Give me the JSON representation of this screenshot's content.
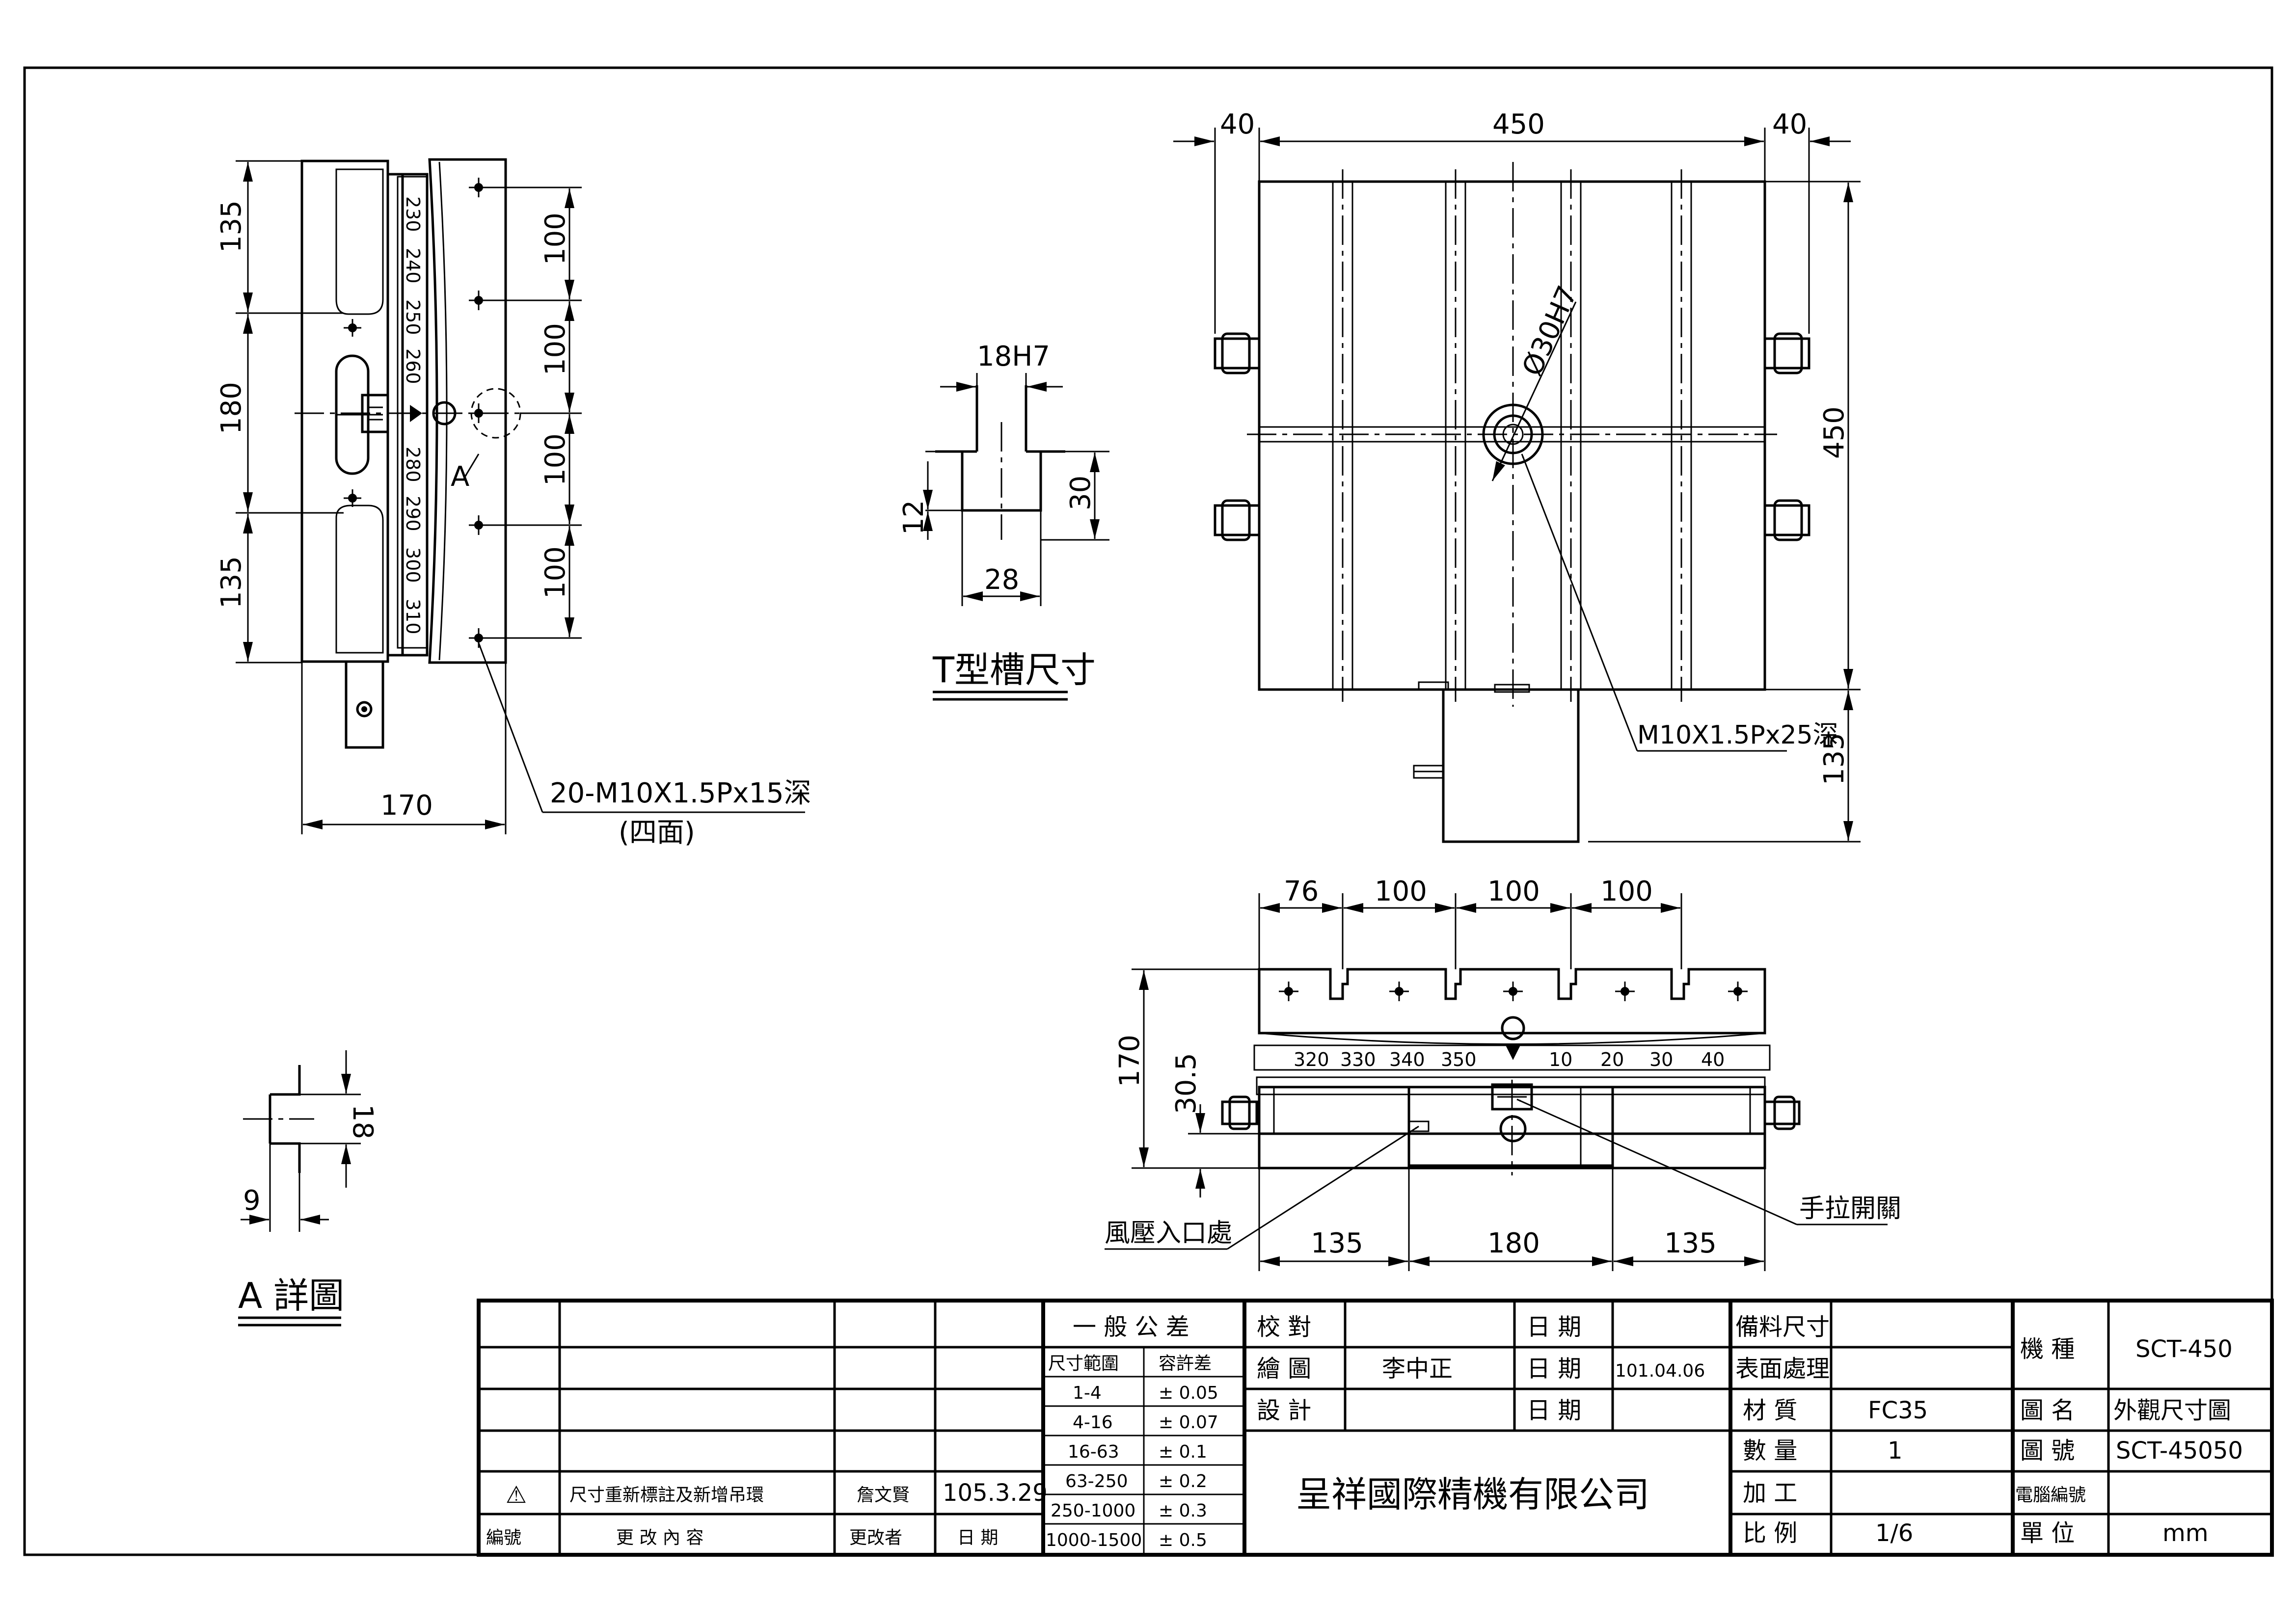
{
  "side_view": {
    "dims_left": [
      "135",
      "180",
      "135"
    ],
    "dims_right": [
      "100",
      "100",
      "100",
      "100"
    ],
    "scale": [
      "230",
      "240",
      "250",
      "260",
      "280",
      "290",
      "300",
      "310"
    ],
    "marker": "A",
    "width_dim": "170",
    "callout": "20-M10X1.5Px15深",
    "callout_sub": "(四面)"
  },
  "tslot": {
    "top_dim": "18H7",
    "left_dim": "12",
    "right_dim": "30",
    "bottom_dim": "28",
    "caption": "T型槽尺寸"
  },
  "plan_view": {
    "dims_top": [
      "40",
      "450",
      "40"
    ],
    "diameter": "Ø30H7",
    "right_dim": "450",
    "right_dim2": "135",
    "callout": "M10X1.5Px25深"
  },
  "front_view": {
    "dims_top": [
      "76",
      "100",
      "100",
      "100"
    ],
    "left_dims": [
      "170",
      "30.5"
    ],
    "scale_left": [
      "320",
      "330",
      "340",
      "350"
    ],
    "scale_right": [
      "10",
      "20",
      "30",
      "40"
    ],
    "bottom_dims": [
      "135",
      "180",
      "135"
    ],
    "air_inlet": "風壓入口處",
    "handle": "手拉開關"
  },
  "detail": {
    "dim_right": "18",
    "dim_bottom": "9",
    "caption": "A 詳圖"
  },
  "title_block": {
    "revision_symbol": "⚠",
    "revision_text": "尺寸重新標註及新增吊環",
    "revised_by": "詹文賢",
    "revision_date": "105.3.29",
    "h_no": "編號",
    "h_content": "更 改 內 容",
    "h_changer": "更改者",
    "h_date": "日 期",
    "tol_title": "一 般 公 差",
    "tol_h_range": "尺寸範圍",
    "tol_h_tol": "容許差",
    "tol_rows": [
      [
        "1-4",
        "± 0.05"
      ],
      [
        "4-16",
        "± 0.07"
      ],
      [
        "16-63",
        "± 0.1"
      ],
      [
        "63-250",
        "± 0.2"
      ],
      [
        "250-1000",
        "± 0.3"
      ],
      [
        "1000-1500",
        "± 0.5"
      ]
    ],
    "check": "校 對",
    "draw": "繪 圖",
    "design": "設 計",
    "drawer": "李中正",
    "date_label": "日 期",
    "draw_date": "101.04.06",
    "company": "呈祥國際精機有限公司",
    "stock_size": "備料尺寸",
    "surface": "表面處理",
    "material_label": "材 質",
    "material": "FC35",
    "qty_label": "數 量",
    "qty": "1",
    "process": "加 工",
    "scale_label": "比 例",
    "scale": "1/6",
    "model_label": "機 種",
    "model": "SCT-450",
    "dwg_name_label": "圖 名",
    "dwg_name": "外觀尺寸圖",
    "dwg_no_label": "圖 號",
    "dwg_no": "SCT-45050",
    "cad_no_label": "電腦編號",
    "unit_label": "單 位",
    "unit": "mm"
  }
}
